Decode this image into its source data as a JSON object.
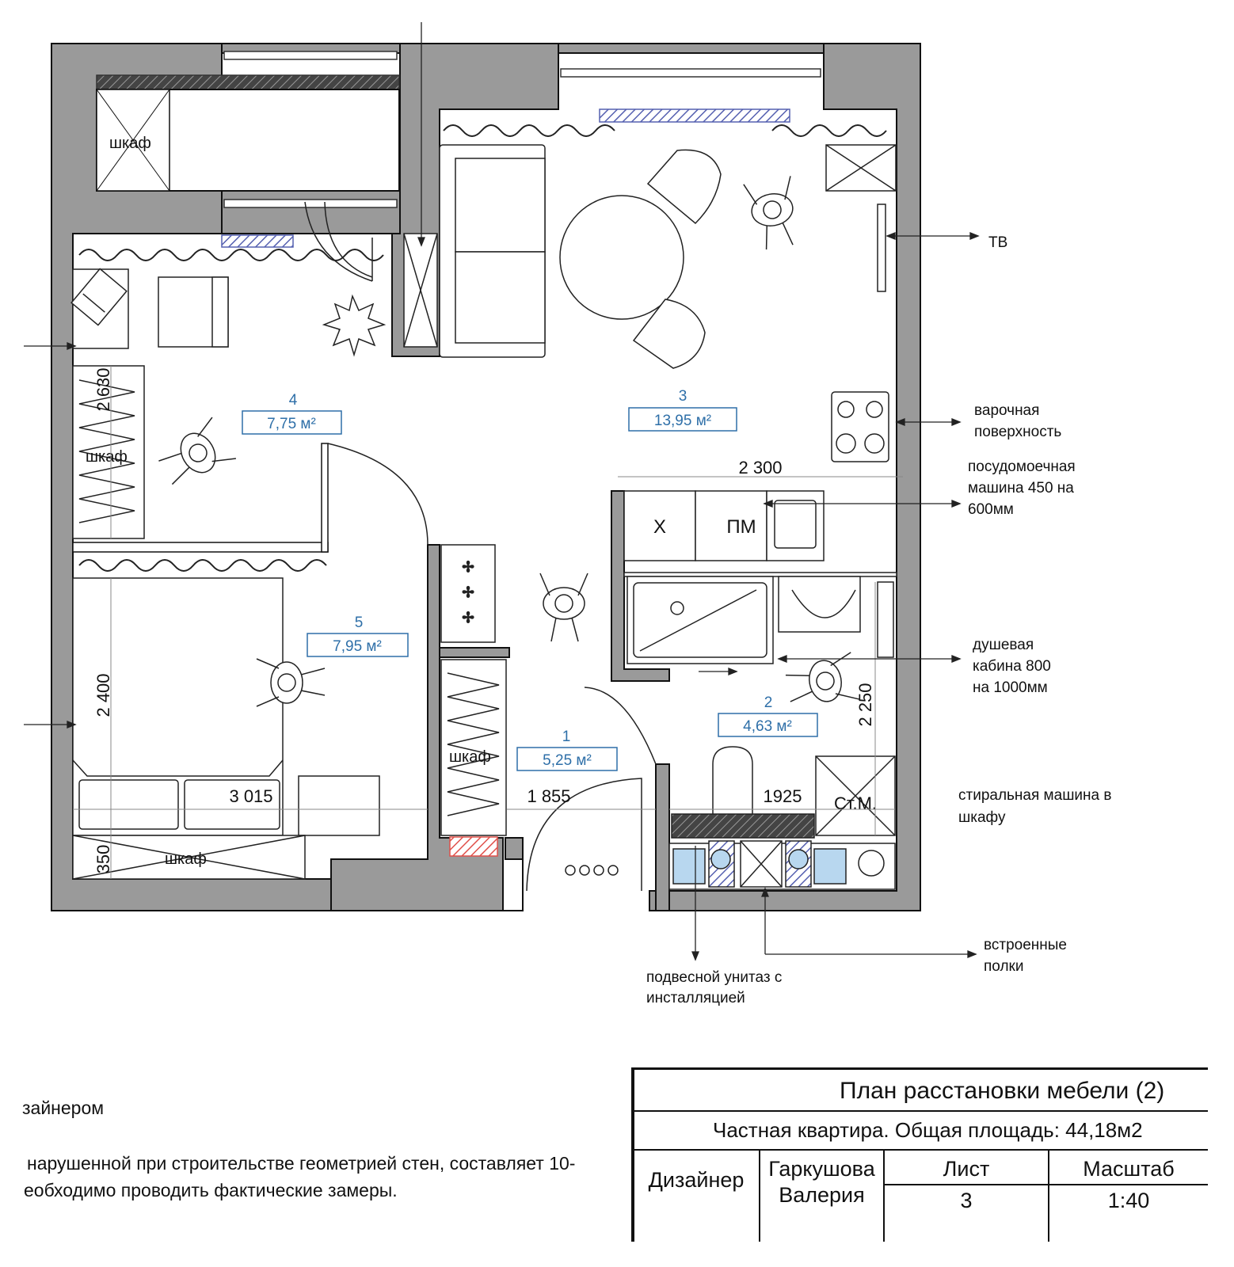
{
  "rooms": [
    {
      "number": "1",
      "area": "5,25 м²"
    },
    {
      "number": "2",
      "area": "4,63 м²"
    },
    {
      "number": "3",
      "area": "13,95 м²"
    },
    {
      "number": "4",
      "area": "7,75 м²"
    },
    {
      "number": "5",
      "area": "7,95 м²"
    }
  ],
  "furniture_labels": {
    "wardrobe": "шкаф",
    "fridge": "Х",
    "dishwasher": "ПМ",
    "washer": "Ст.М."
  },
  "dimensions": {
    "kitchen_width": "2 300",
    "room4_height": "2 630",
    "room5_height": "2 400",
    "room5_width": "3 015",
    "hall_width": "1 855",
    "bath_width": "1925",
    "bath_height": "2 250",
    "closet_depth": "350"
  },
  "callouts": {
    "tv": "ТВ",
    "hob": [
      "варочная",
      "поверхность"
    ],
    "dishwasher": [
      "посудомоечная",
      "машина 450 на",
      "600мм"
    ],
    "shower": [
      "душевая",
      "кабина 800",
      "на 1000мм"
    ],
    "washer": [
      "стиральная машина в",
      "шкафу"
    ],
    "shelves": [
      "встроенные",
      "полки"
    ],
    "toilet": [
      "подвесной унитаз с",
      "инсталляцией"
    ]
  },
  "notes": [
    "зайнером",
    "нарушенной при строительстве геометрией стен, составляет 10-",
    "еобходимо проводить фактические замеры."
  ],
  "title_block": {
    "title": "План расстановки мебели (2)",
    "subtitle": "Частная квартира. Общая площадь: 44,18м2",
    "designer_label": "Дизайнер",
    "designer_name": [
      "Гаркушова",
      "Валерия"
    ],
    "sheet_label": "Лист",
    "sheet_value": "3",
    "scale_label": "Масштаб",
    "scale_value": "1:40"
  },
  "colors": {
    "wall": "#9a9a9a",
    "area_label": "#2e6fa8",
    "hatch_blue": "#5560b0",
    "hatch_red": "#e0504a",
    "tile_blue": "#b8d7ef"
  }
}
